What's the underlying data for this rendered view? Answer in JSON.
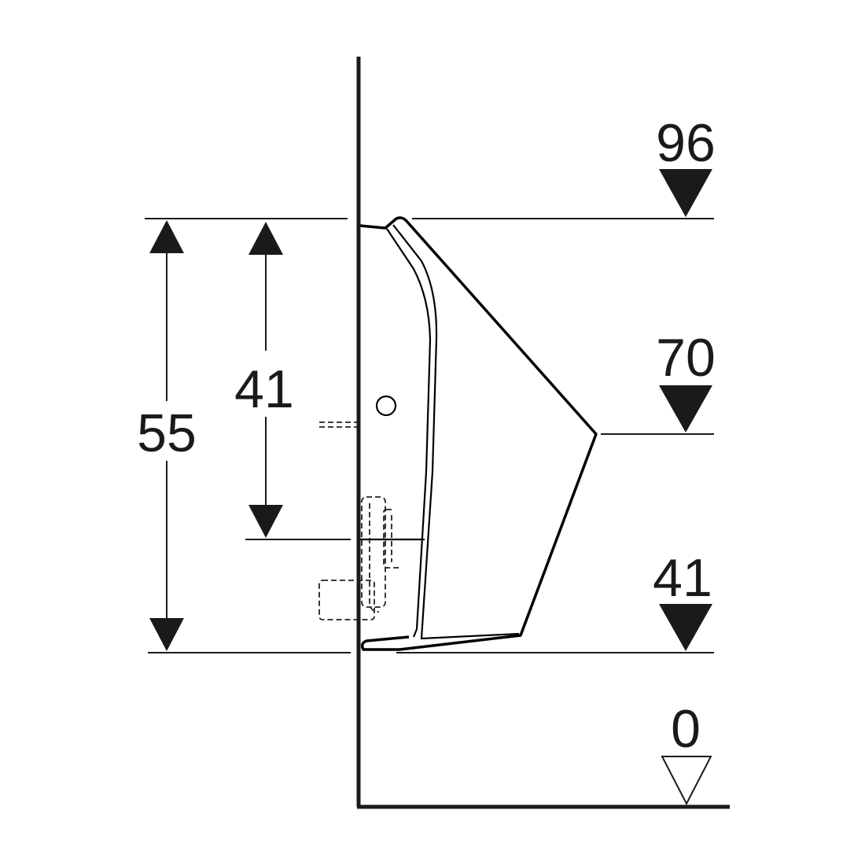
{
  "dimensions": {
    "total_height": "55",
    "outlet_height": "41"
  },
  "levels": [
    {
      "label": "96",
      "marker": "filled"
    },
    {
      "label": "70",
      "marker": "filled"
    },
    {
      "label": "41",
      "marker": "filled"
    },
    {
      "label": "0",
      "marker": "open"
    }
  ]
}
